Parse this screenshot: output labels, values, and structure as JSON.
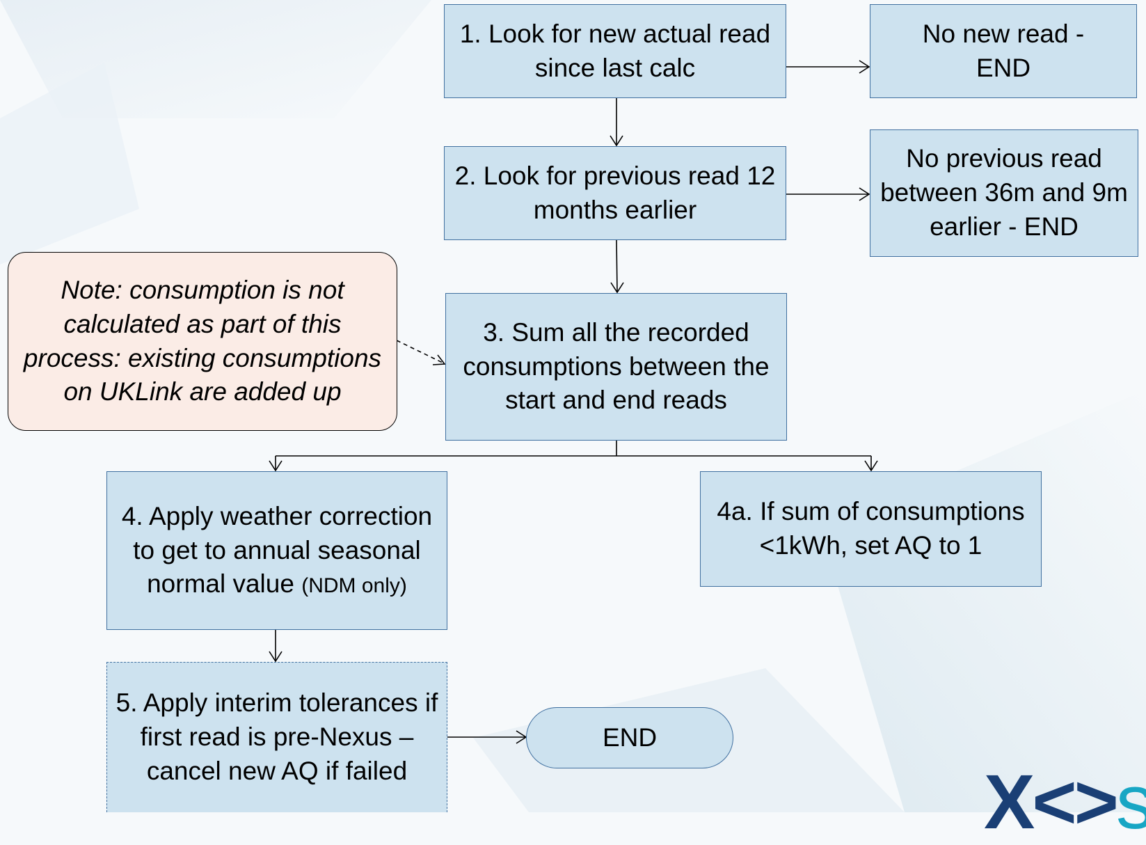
{
  "steps": {
    "step1": "1. Look for new actual read since last calc",
    "no_new_read": "No new read - END",
    "step2": "2. Look for previous read 12 months earlier",
    "no_previous_read": "No previous read between 36m and 9m earlier - END",
    "step3": "3. Sum all the recorded consumptions between the start and end reads",
    "step4": "4. Apply weather correction to get to annual seasonal normal value",
    "step4_suffix": "(NDM only)",
    "step4a": "4a. If sum of consumptions <1kWh, set AQ to 1",
    "step5": "5. Apply interim tolerances if first read is pre-Nexus – cancel new AQ if failed",
    "end": "END"
  },
  "note": "Note: consumption is not calculated as part of this process: existing consumptions on UKLink are added up",
  "logo": {
    "part1": "X<>",
    "part2": "se"
  },
  "colors": {
    "box_fill": "#cde2ef",
    "box_border": "#3f6f9f",
    "note_fill": "#fbece6",
    "logo_dark": "#1a3f75",
    "logo_teal": "#17a6c4"
  }
}
